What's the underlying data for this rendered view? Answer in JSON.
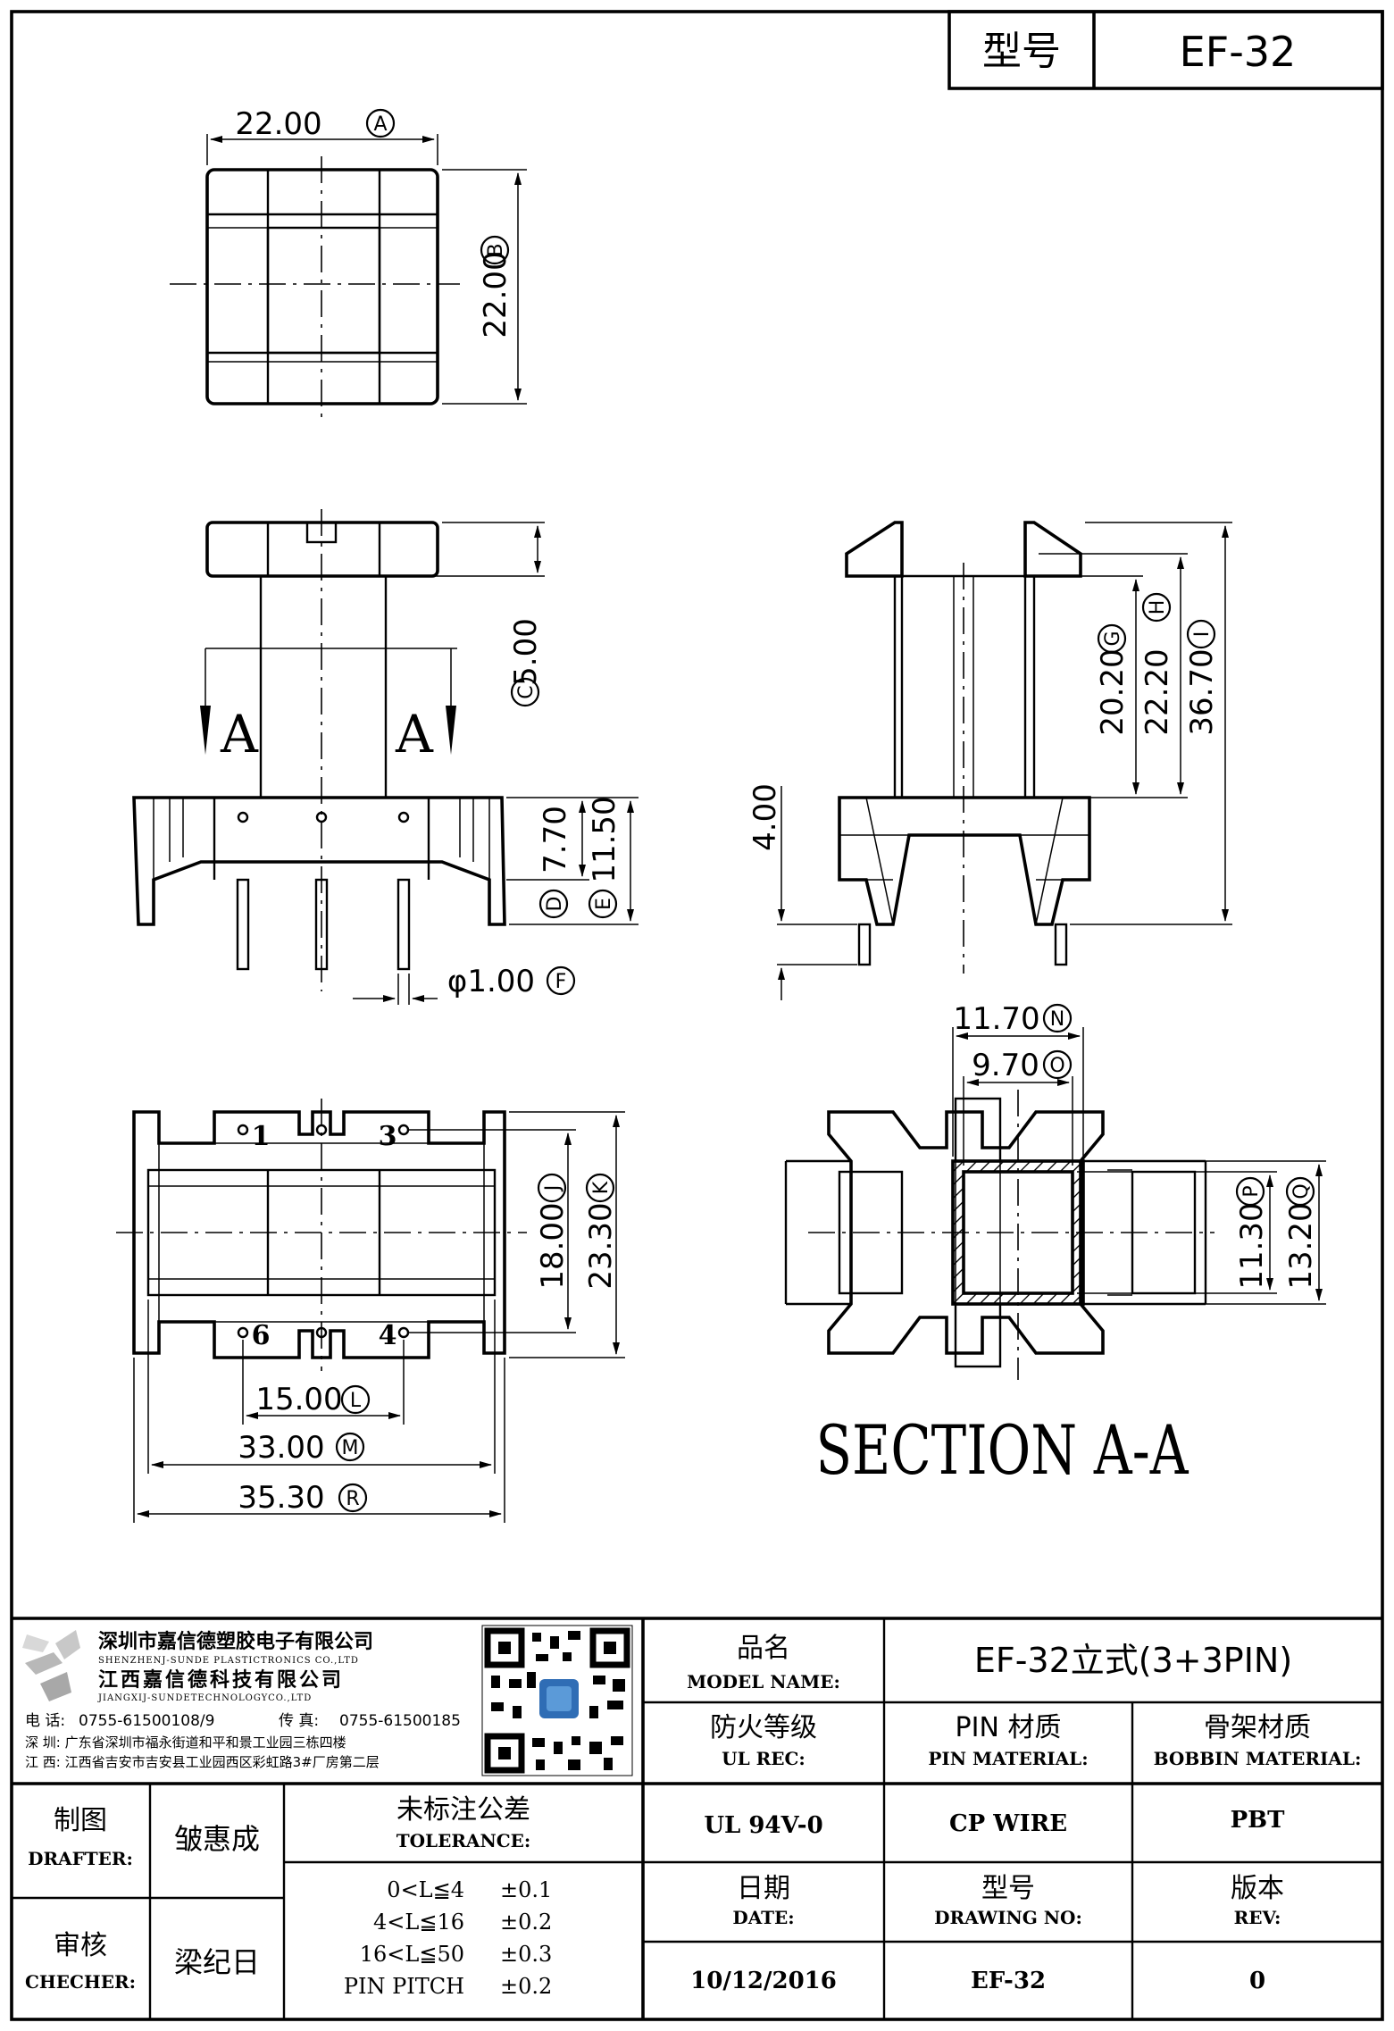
{
  "header": {
    "model_label": "型号",
    "model_value": "EF-32"
  },
  "drawing": {
    "dims": {
      "A": {
        "value": "22.00",
        "letter": "A"
      },
      "B": {
        "value": "22.00",
        "letter": "B"
      },
      "C": {
        "value": "5.00",
        "letter": "C"
      },
      "D": {
        "value": "7.70",
        "letter": "D"
      },
      "E": {
        "value": "11.50",
        "letter": "E"
      },
      "F": {
        "value": "φ1.00",
        "letter": "F"
      },
      "G": {
        "value": "20.20",
        "letter": "G"
      },
      "H": {
        "value": "22.20",
        "letter": "H"
      },
      "I": {
        "value": "36.70",
        "letter": "I"
      },
      "J": {
        "value": "18.00",
        "letter": "J"
      },
      "K": {
        "value": "23.30",
        "letter": "K"
      },
      "L": {
        "value": "15.00",
        "letter": "L"
      },
      "M": {
        "value": "33.00",
        "letter": "M"
      },
      "N": {
        "value": "11.70",
        "letter": "N"
      },
      "O": {
        "value": "9.70",
        "letter": "O"
      },
      "P": {
        "value": "11.30",
        "letter": "P"
      },
      "Q": {
        "value": "13.20",
        "letter": "Q"
      },
      "R": {
        "value": "35.30",
        "letter": "R"
      },
      "pin_offset": {
        "value": "4.00"
      }
    },
    "section_marks": [
      "A",
      "A"
    ],
    "pin_numbers": [
      "1",
      "3",
      "6",
      "4"
    ],
    "section_title": "SECTION A-A"
  },
  "company": {
    "name_sz": "深圳市嘉信德塑胶电子有限公司",
    "name_sz_en": "SHENZHENJ-SUNDE PLASTICTRONICS CO.,LTD",
    "name_jx": "江西嘉信德科技有限公司",
    "name_jx_en": "JIANGXIJ-SUNDETECHNOLOGYCO.,LTD",
    "phone_label": "电 话:",
    "phone": "0755-61500108/9",
    "fax_label": "传 真:",
    "fax": "0755-61500185",
    "addr_sz": "深 圳: 广东省深圳市福永街道和平和景工业园三栋四楼",
    "addr_jx": "江 西: 江西省吉安市吉安县工业园西区彩虹路3#厂房第二层"
  },
  "title_block": {
    "model_name_cn": "品名",
    "model_name_en": "MODEL NAME:",
    "model_name_value": "EF-32立式(3+3PIN)",
    "ul_cn": "防火等级",
    "ul_en": "UL REC:",
    "ul_value": "UL 94V-0",
    "pin_cn": "PIN 材质",
    "pin_en": "PIN MATERIAL:",
    "pin_value": "CP WIRE",
    "bobbin_cn": "骨架材质",
    "bobbin_en": "BOBBIN MATERIAL:",
    "bobbin_value": "PBT",
    "drafter_cn": "制图",
    "drafter_en": "DRAFTER:",
    "drafter_value": "皱惠成",
    "checker_cn": "审核",
    "checker_en": "CHECHER:",
    "checker_value": "梁纪日",
    "tolerance_cn": "未标注公差",
    "tolerance_en": "TOLERANCE:",
    "tolerances": [
      {
        "range": "0<L≦4",
        "value": "±0.1"
      },
      {
        "range": "4<L≦16",
        "value": "±0.2"
      },
      {
        "range": "16<L≦50",
        "value": "±0.3"
      },
      {
        "range": "PIN PITCH",
        "value": "±0.2"
      }
    ],
    "date_cn": "日期",
    "date_en": "DATE:",
    "date_value": "10/12/2016",
    "drawing_no_cn": "型号",
    "drawing_no_en": "DRAWING NO:",
    "drawing_no_value": "EF-32",
    "rev_cn": "版本",
    "rev_en": "REV:",
    "rev_value": "0"
  }
}
